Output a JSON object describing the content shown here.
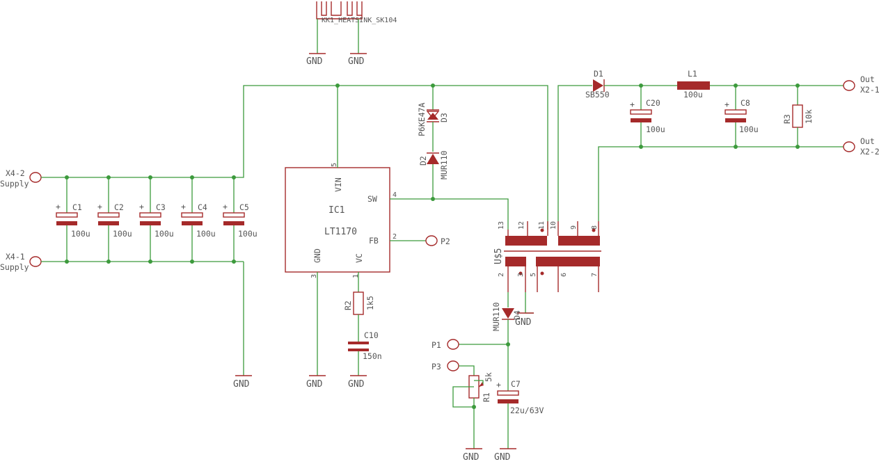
{
  "supply": {
    "x4_2": "X4-2",
    "x4_1": "X4-1",
    "supply_label": "Supply"
  },
  "caps_in": [
    {
      "name": "C1",
      "value": "100u"
    },
    {
      "name": "C2",
      "value": "100u"
    },
    {
      "name": "C3",
      "value": "100u"
    },
    {
      "name": "C4",
      "value": "100u"
    },
    {
      "name": "C5",
      "value": "100u"
    }
  ],
  "gnd": "GND",
  "heatsink": {
    "label": "KK1_HEATSINK_SK104"
  },
  "ic1": {
    "name": "IC1",
    "value": "LT1170",
    "pin_vin": "VIN",
    "pin_sw": "SW",
    "pin_fb": "FB",
    "pin_gnd": "GND",
    "pin_vc": "VC",
    "num_5": "5",
    "num_4": "4",
    "num_2": "2",
    "num_3": "3",
    "num_1": "1"
  },
  "d3": {
    "name": "D3",
    "value": "P6KE47A"
  },
  "d2": {
    "name": "D2",
    "value": "MUR110"
  },
  "d1": {
    "name": "D1",
    "value": "SB550"
  },
  "d4": {
    "name": "D4",
    "value": "MUR110"
  },
  "r2": {
    "name": "R2",
    "value": "1k5"
  },
  "c10": {
    "name": "C10",
    "value": "150n"
  },
  "p2": "P2",
  "p1": "P1",
  "p3": "P3",
  "r1": {
    "name": "R1",
    "value": "5k"
  },
  "c7": {
    "name": "C7",
    "value": "22u/63V"
  },
  "transformer": {
    "name": "U$5",
    "pins_top": [
      "13",
      "12",
      "11",
      "10",
      "9",
      "8"
    ],
    "pins_bottom": [
      "2",
      "3",
      "5",
      "6",
      "7"
    ]
  },
  "c20": {
    "name": "C20",
    "value": "100u"
  },
  "l1": {
    "name": "L1",
    "value": "100u"
  },
  "c8": {
    "name": "C8",
    "value": "100u"
  },
  "r3": {
    "name": "R3",
    "value": "10k"
  },
  "out": {
    "out_label": "Out",
    "x2_1": "X2-1",
    "x2_2": "X2-2"
  },
  "colors": {
    "wire": "#3c9a3c",
    "symbol": "#a52a2a",
    "text": "#555555",
    "background": "#ffffff"
  }
}
